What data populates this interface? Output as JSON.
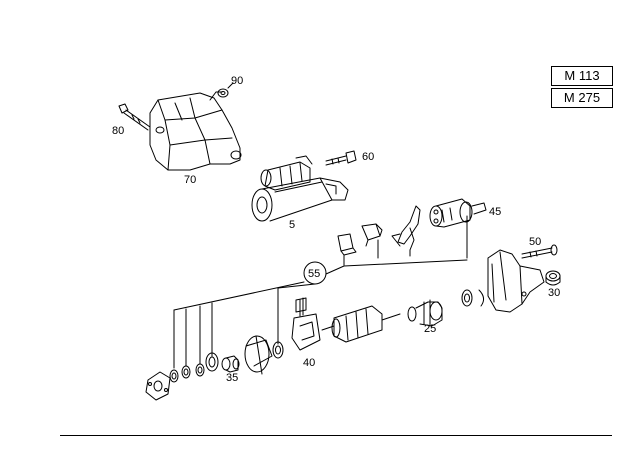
{
  "models": [
    "M 113",
    "M 275"
  ],
  "callouts": {
    "c90": "90",
    "c80": "80",
    "c70": "70",
    "c60": "60",
    "c5": "5",
    "c45": "45",
    "c50": "50",
    "c55": "55",
    "c30": "30",
    "c25": "25",
    "c40": "40",
    "c35": "35"
  }
}
